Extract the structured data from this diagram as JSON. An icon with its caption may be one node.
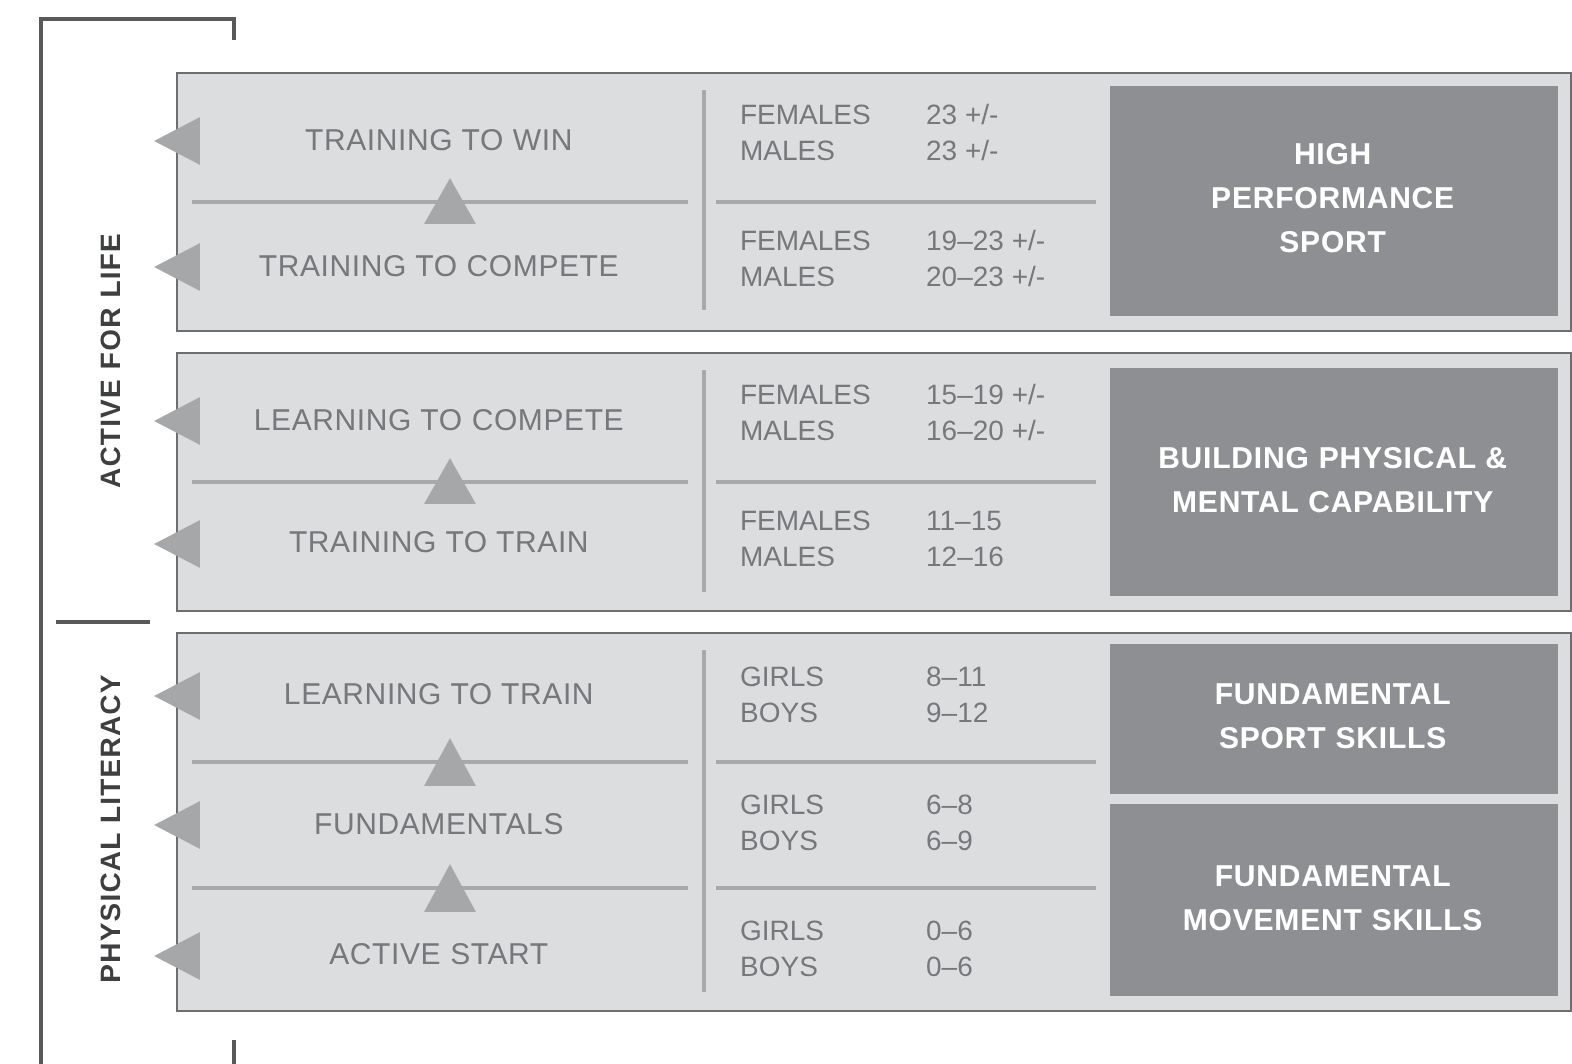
{
  "diagram": {
    "nodes": [
      {
        "text": [],
        "shape": "box"
      },
      {
        "text": [
          "TRAINING TO WIN"
        ],
        "in": 0
      },
      {
        "text": [
          "TRAINING TO COMPETE"
        ],
        "in": 0
      },
      {
        "text": [
          "HIGH PERFORMANCE SPORT"
        ],
        "in": 0
      },
      {
        "text": [],
        "shape": "box"
      },
      {
        "text": [
          "LEARNING TO COMPETE"
        ],
        "in": 4
      },
      {
        "text": [
          "TRAINING TO TRAIN"
        ],
        "in": 4
      },
      {
        "text": [
          "BUILDING PHYSICAL & MENTAL CAPABILITY"
        ],
        "in": 4
      },
      {
        "text": [],
        "shape": "box"
      },
      {
        "text": [
          "LEARNING TO TRAIN"
        ],
        "in": 8
      },
      {
        "text": [
          "FUNDAMENTALS"
        ],
        "in": 8
      },
      {
        "text": [
          "ACTIVE START"
        ],
        "in": 8
      },
      {
        "text": [
          "FUNDAMENTAL SPORT SKILLS"
        ],
        "in": 8
      },
      {
        "text": [
          "FUNDAMENTAL MOVEMENT SKILLS"
        ],
        "in": 8
      }
    ],
    "edges": [
      {
        "from": 2,
        "to": 1,
        "arrow": "to"
      },
      {
        "from": 6,
        "to": 5,
        "arrow": "to"
      },
      {
        "from": 10,
        "to": 9,
        "arrow": "to"
      },
      {
        "from": 11,
        "to": 10,
        "arrow": "to"
      }
    ],
    "labels": [
      "ACTIVE FOR LIFE",
      "PHYSICAL LITERACY",
      "FEMALES",
      "23 +/-",
      "MALES",
      "23 +/-",
      "FEMALES",
      "19–23 +/-",
      "MALES",
      "20–23 +/-",
      "FEMALES",
      "15–19 +/-",
      "MALES",
      "16–20 +/-",
      "FEMALES",
      "11–15",
      "MALES",
      "12–16",
      "GIRLS",
      "8–11",
      "BOYS",
      "9–12",
      "GIRLS",
      "6–8",
      "BOYS",
      "6–9",
      "GIRLS",
      "0–6",
      "BOYS",
      "0–6"
    ]
  }
}
